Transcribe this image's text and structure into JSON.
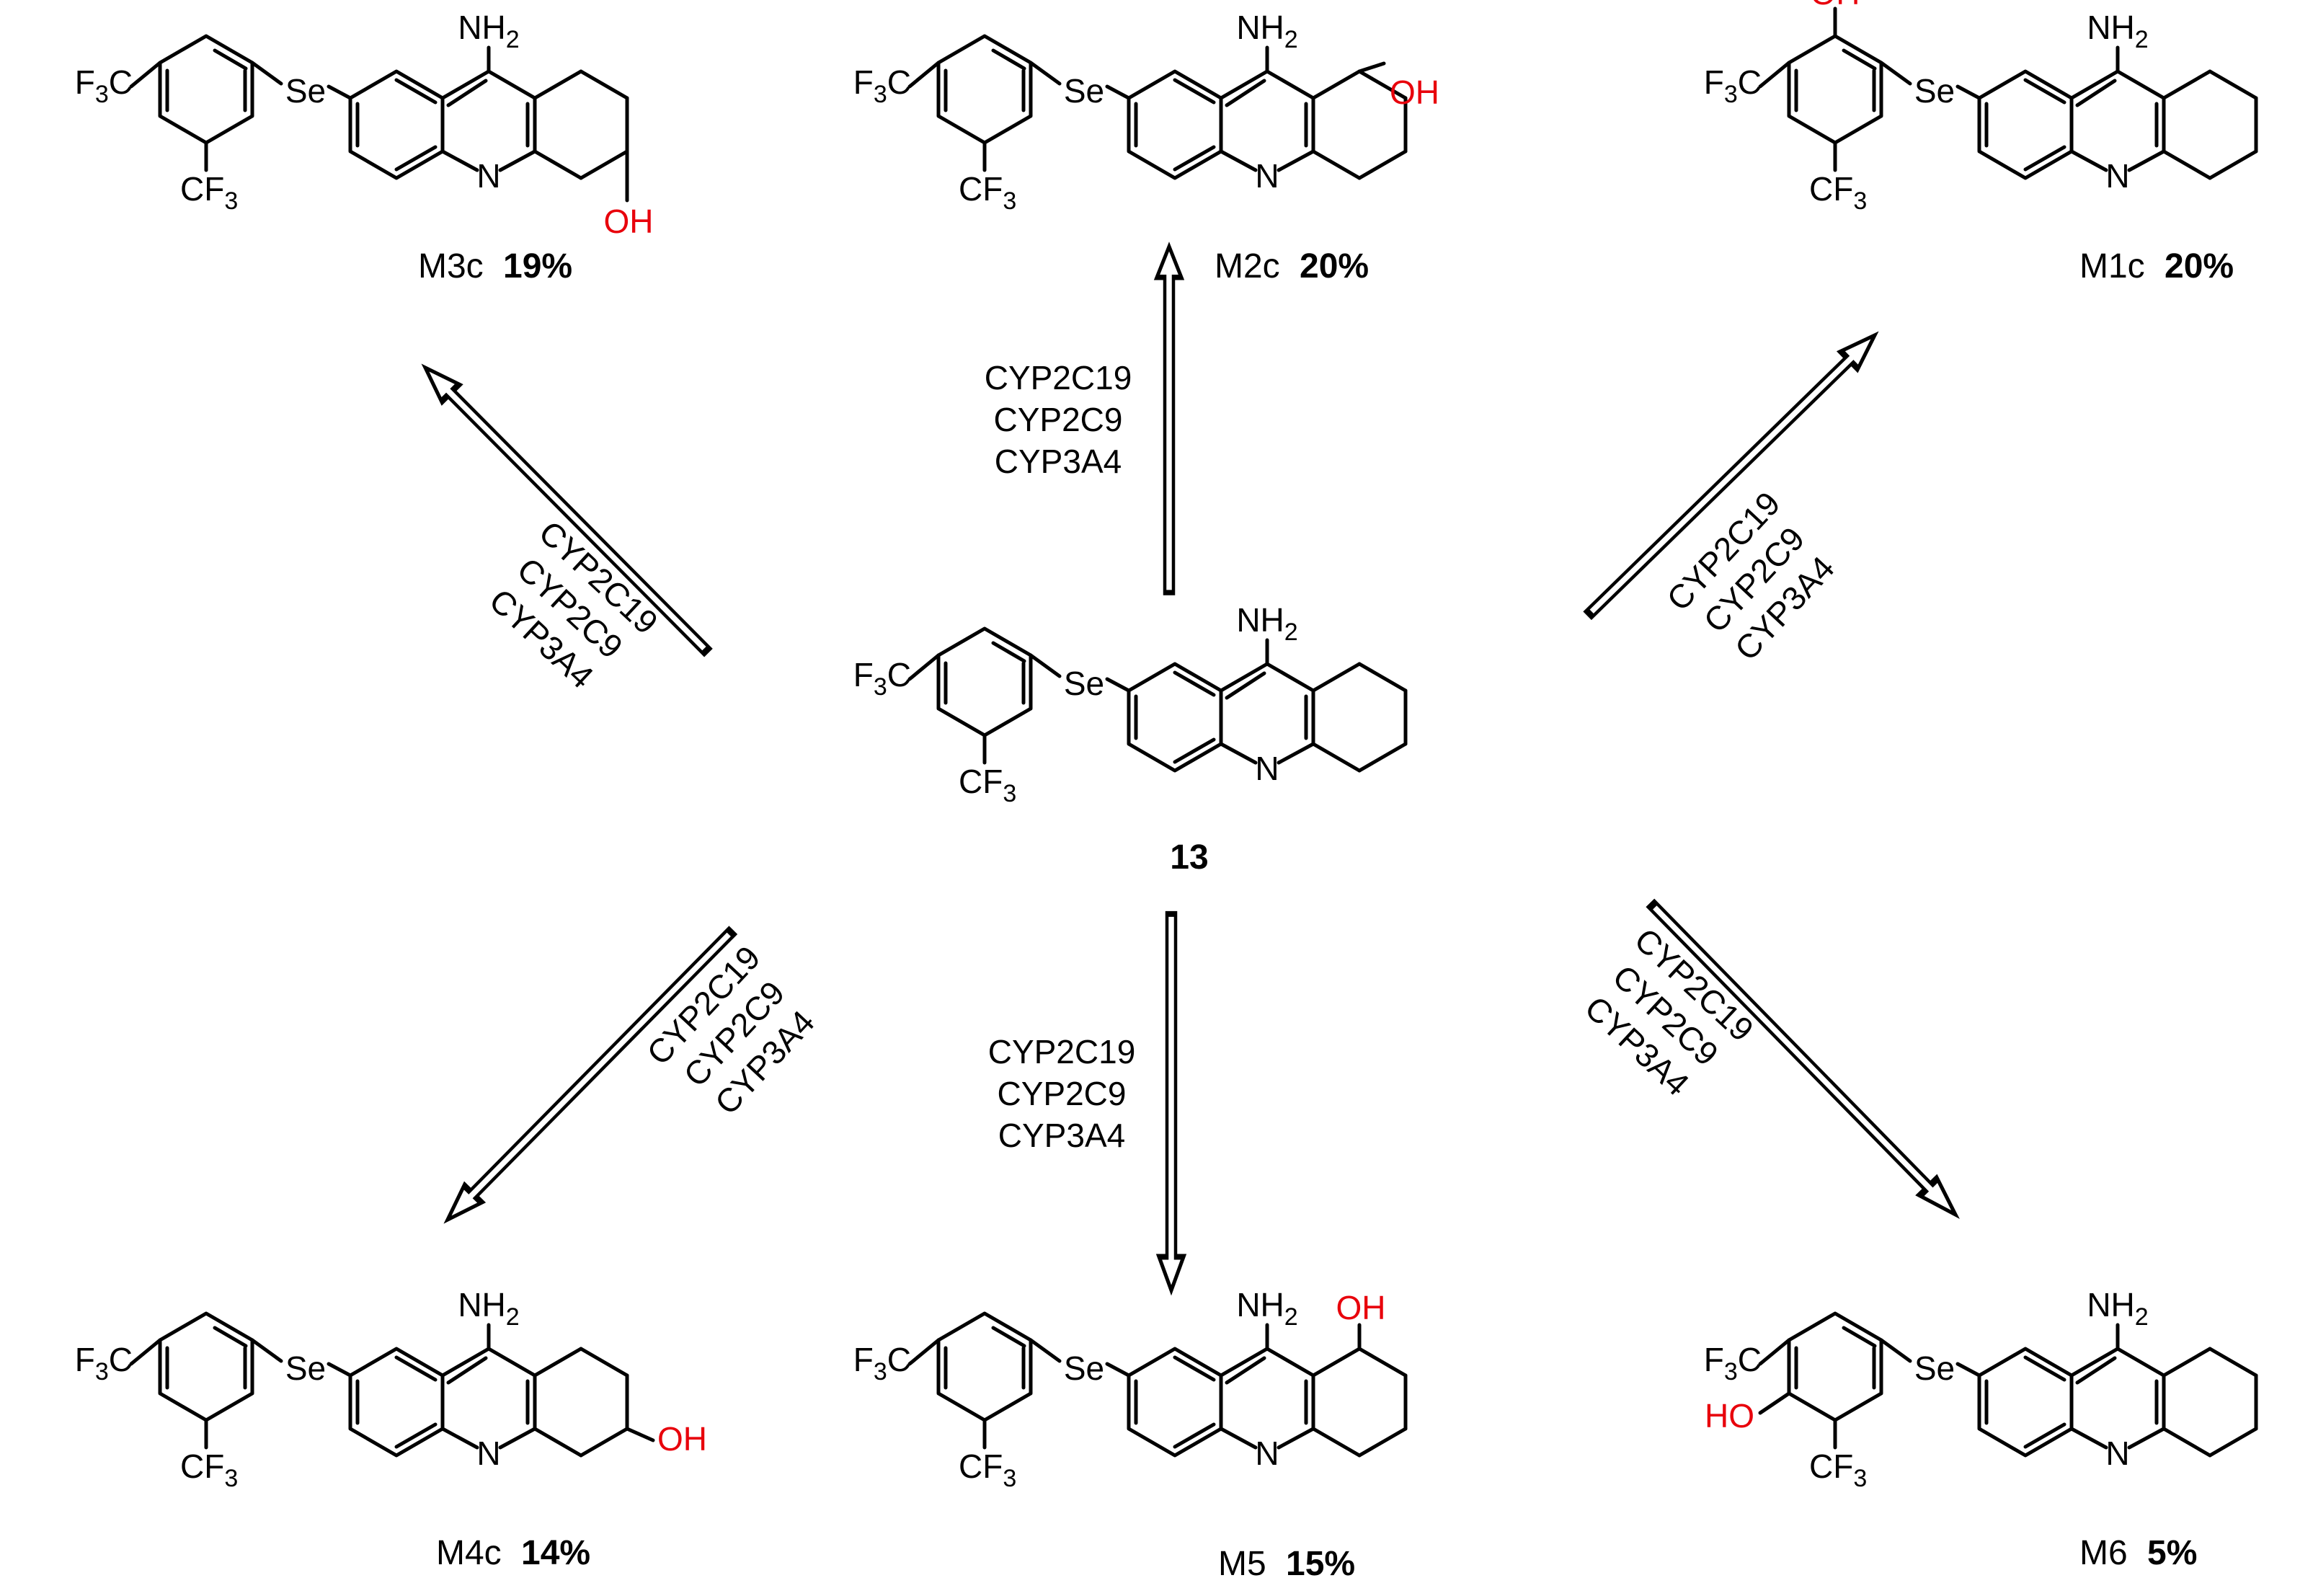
{
  "compound": {
    "label": "13"
  },
  "enzymes": [
    "CYP2C19",
    "CYP2C9",
    "CYP3A4"
  ],
  "atoms": {
    "amine": "NH",
    "amine_sub": "2",
    "ring_n": "N",
    "se": "Se",
    "cf3_pre": "CF",
    "cf3_sub": "3",
    "f3c_pre": "F",
    "f3c_sub": "3",
    "f3c_post": "C",
    "oh": "OH",
    "ho": "HO"
  },
  "metabolites": [
    {
      "id": "M3c",
      "name": "M3c",
      "percent": "19%"
    },
    {
      "id": "M2c",
      "name": "M2c",
      "percent": "20%"
    },
    {
      "id": "M1c",
      "name": "M1c",
      "percent": "20%"
    },
    {
      "id": "M4c",
      "name": "M4c",
      "percent": "14%"
    },
    {
      "id": "M5",
      "name": "M5",
      "percent": "15%"
    },
    {
      "id": "M6",
      "name": "M6",
      "percent": "5%"
    }
  ]
}
